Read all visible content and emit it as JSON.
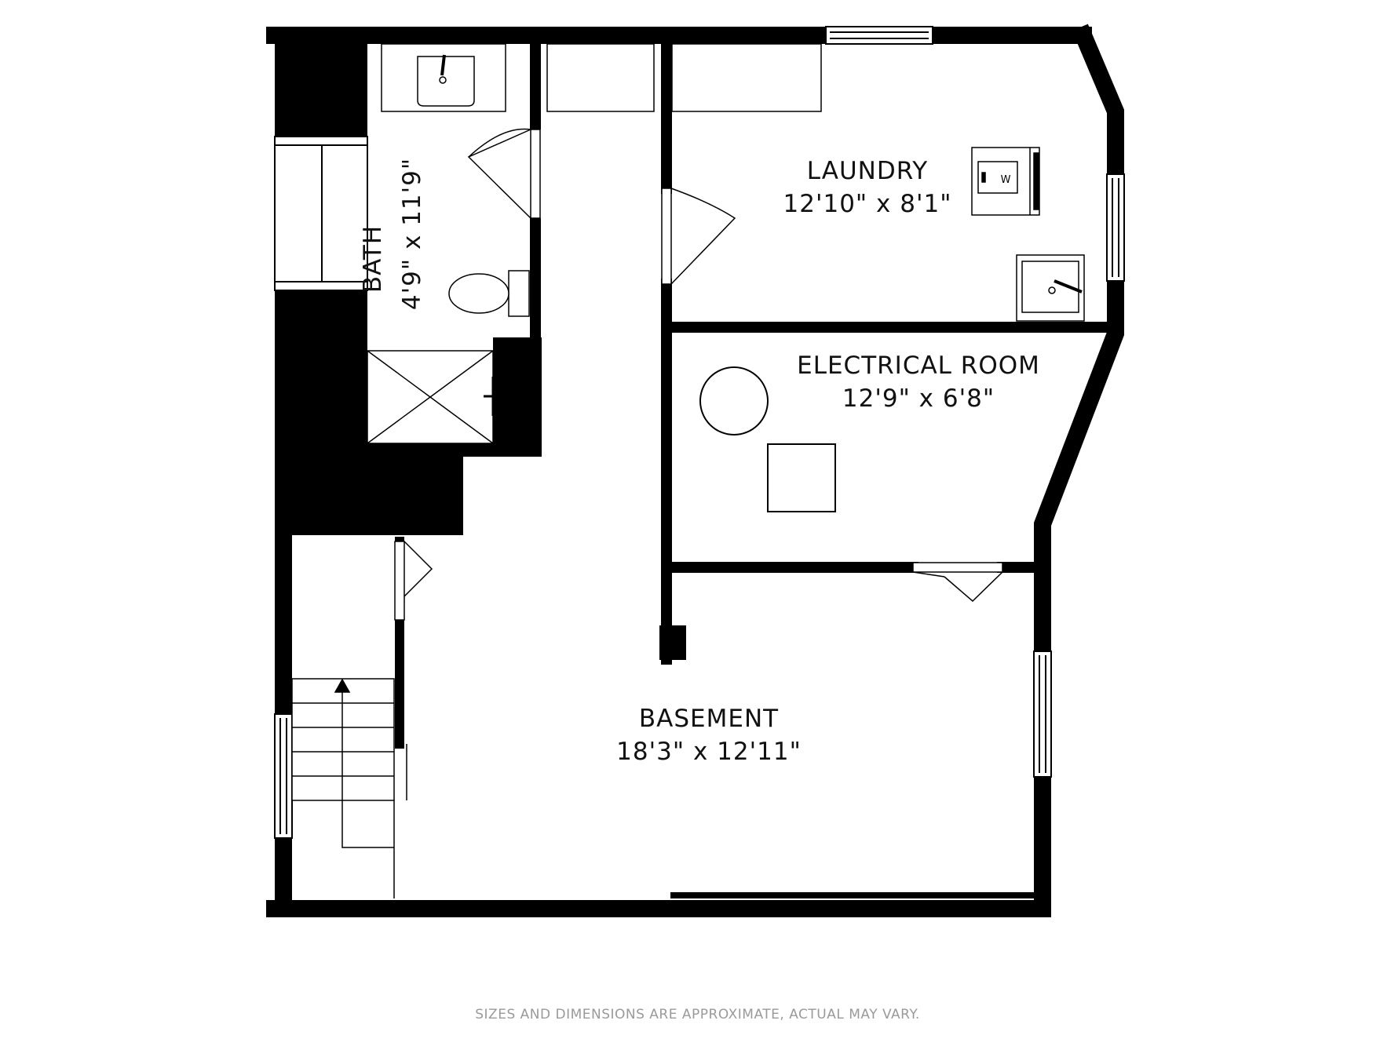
{
  "rooms": {
    "bath": {
      "name": "BATH",
      "dims": "4'9\" x 11'9\""
    },
    "laundry": {
      "name": "LAUNDRY",
      "dims": "12'10\" x 8'1\""
    },
    "electrical": {
      "name": "ELECTRICAL ROOM",
      "dims": "12'9\" x 6'8\""
    },
    "basement": {
      "name": "BASEMENT",
      "dims": "18'3\" x 12'11\""
    }
  },
  "fixtures": {
    "washer_label": "W"
  },
  "disclaimer": "SIZES AND DIMENSIONS ARE APPROXIMATE, ACTUAL MAY VARY.",
  "colors": {
    "wall": "#000000",
    "background": "#ffffff",
    "disclaimer": "#9a9a9a"
  }
}
